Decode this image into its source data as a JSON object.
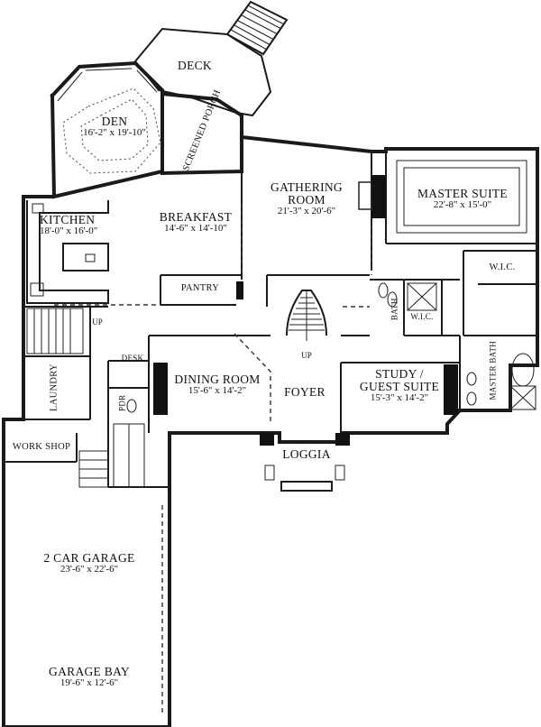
{
  "rooms": {
    "deck": {
      "name": "DECK"
    },
    "den": {
      "name": "DEN",
      "dims": "16'-2\" x 19'-10\""
    },
    "screened_porch": {
      "name": "SCREENED PORCH"
    },
    "gathering": {
      "name_line1": "GATHERING",
      "name_line2": "ROOM",
      "dims": "21'-3\" x 20'-6\""
    },
    "master_suite": {
      "name": "MASTER SUITE",
      "dims": "22'-8\" x 15'-0\""
    },
    "kitchen": {
      "name": "KITCHEN",
      "dims": "18'-0\" x 16'-0\""
    },
    "breakfast": {
      "name": "BREAKFAST",
      "dims": "14'-6\" x 14'-10\""
    },
    "pantry": {
      "name": "PANTRY"
    },
    "wic_master": {
      "name": "W.I.C."
    },
    "wic_bath": {
      "name": "W.I.C."
    },
    "bath": {
      "name": "BATH"
    },
    "master_bath": {
      "name": "MASTER BATH"
    },
    "dining": {
      "name": "DINING ROOM",
      "dims": "15'-6\" x 14'-2\""
    },
    "foyer": {
      "name": "FOYER"
    },
    "study": {
      "name_line1": "STUDY /",
      "name_line2": "GUEST SUITE",
      "dims": "15'-3\" x 14'-2\""
    },
    "desk": {
      "name": "DESK"
    },
    "pdr": {
      "name": "PDR"
    },
    "laundry": {
      "name": "LAUNDRY"
    },
    "loggia": {
      "name": "LOGGIA"
    },
    "workshop": {
      "name": "WORK SHOP"
    },
    "garage": {
      "name": "2 CAR GARAGE",
      "dims": "23'-6\" x 22'-6\""
    },
    "garage_bay": {
      "name": "GARAGE BAY",
      "dims": "19'-6\" x 12'-6\""
    }
  },
  "stairs": {
    "main_up": "UP",
    "rear_up": "UP"
  }
}
